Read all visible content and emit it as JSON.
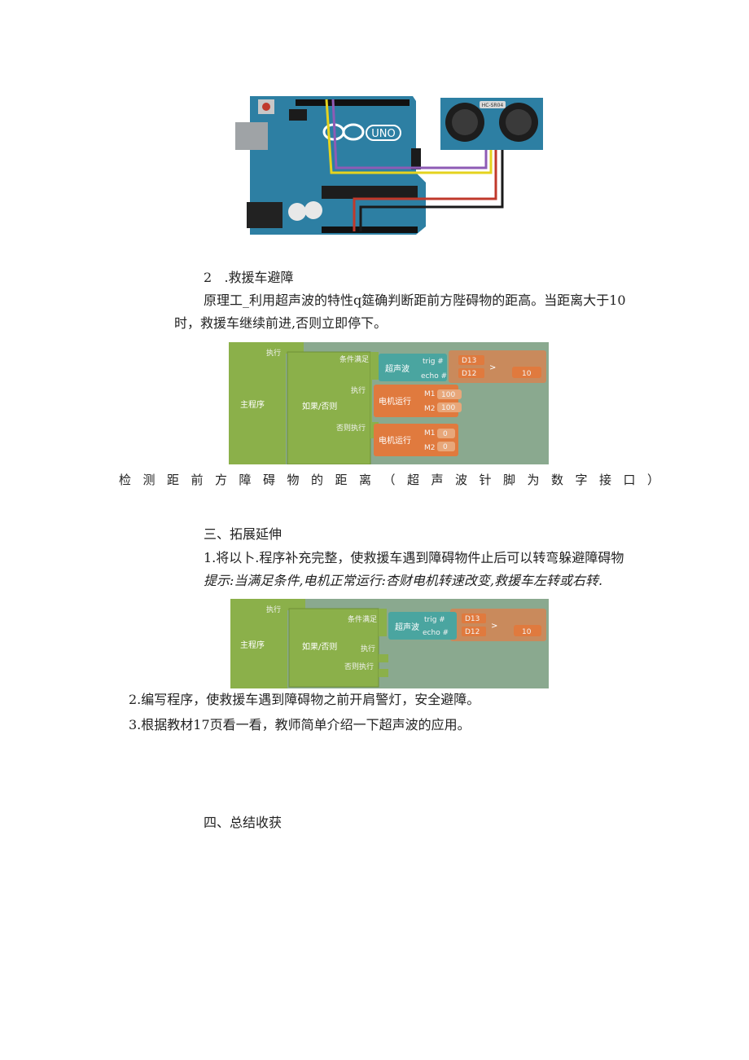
{
  "section2": {
    "number": "2",
    "title": ".救援车避障",
    "principle_line1": "原理工_利用超声波的特性q筵确判断距前方陛碍物的距高。当距离大于10",
    "principle_line2": "时，救援车继续前进,否则立即停下。"
  },
  "arduino_figure": {
    "board_label": "UNO",
    "sensor_label": "HC-SR04"
  },
  "block_program_1": {
    "main": "主程序",
    "exec_top": "执行",
    "if_else": "如果/否则",
    "condition": "条件满足",
    "ultrasonic": "超声波",
    "trig_label": "trig #",
    "echo_label": "echo #",
    "trig_pin": "D13",
    "echo_pin": "D12",
    "operator": ">",
    "threshold": "10",
    "exec": "执行",
    "motor_run": "电机运行",
    "m1": "M1",
    "m2": "M2",
    "m1_speed": "100",
    "m2_speed": "100",
    "else_exec": "否则执行",
    "m1_speed_else": "0",
    "m2_speed_else": "0"
  },
  "caption1": "检测距前方障碍物的距离（超声波针脚为数字接口）",
  "section3": {
    "heading": "三、拓展延伸",
    "item1": "1.将以卜.程序补充完整，使救援车遇到障碍物件止后可以转弯躲避障碍物",
    "hint": "提示:当满足条件,电机正常运行:杏财电机转速改变,救援车左转或右转.",
    "item2": "2.编写程序，使救援车遇到障碍物之前开肩警灯，安全避障。",
    "item3": "3.根据教材17页看一看，教师简单介绍一下超声波的应用。"
  },
  "block_program_2": {
    "main": "主程序",
    "exec_top": "执行",
    "if_else": "如果/否则",
    "condition": "条件满足",
    "ultrasonic": "超声波",
    "trig_label": "trig #",
    "echo_label": "echo #",
    "trig_pin": "D13",
    "echo_pin": "D12",
    "operator": ">",
    "threshold": "10",
    "exec": "执行",
    "else_exec": "否则执行"
  },
  "section4": {
    "heading": "四、总结收获"
  },
  "colors": {
    "board_blue": "#2d7fa3",
    "block_green": "#8bb04a",
    "block_teal": "#4aa5a0",
    "block_orange": "#e07a3e",
    "block_brown": "#c98a5c"
  }
}
